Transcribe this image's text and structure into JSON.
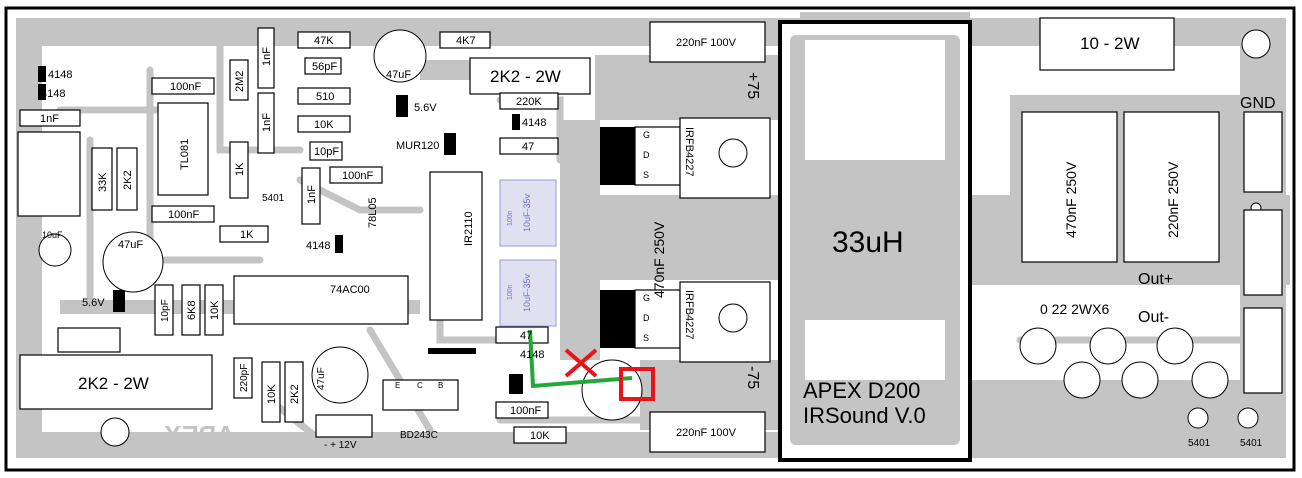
{
  "board": {
    "brand_mirrored": "APEX",
    "inductor": {
      "value": "33uH",
      "title_line1": "APEX D200",
      "title_line2": "IRSound V.0"
    }
  },
  "components": {
    "d_4148_a": "4148",
    "d_4148_b": "4148",
    "c_1nF_left": "1nF",
    "r_33K": "33K",
    "r_2K2_v": "2K2",
    "c_10uF": "10uF",
    "c_47uF_left": "47uF",
    "zener_5v6_left": "5.6V",
    "c_100nF_a": "100nF",
    "ic_TL081": "TL081",
    "c_100nF_b": "100nF",
    "r_2M2": "2M2",
    "c_1nF_b": "1nF",
    "c_1nF_c": "1nF",
    "r_1K_a": "1K",
    "q_5401_mid": "5401",
    "r_47K": "47K",
    "c_56pF": "56pF",
    "r_510": "510",
    "r_10K_a": "10K",
    "c_10pF_a": "10pF",
    "c_1nF_d": "1nF",
    "c_100nF_c": "100nF",
    "reg_78L05": "78L05",
    "r_1K_b": "1K",
    "d_4148_c": "4148",
    "c_47uF_top": "47uF",
    "r_4K7": "4K7",
    "r_2K2_2W_top": "2K2 - 2W",
    "zener_5v6_mid": "5.6V",
    "r_220K": "220K",
    "d_4148_d": "4148",
    "d_MUR120": "MUR120",
    "r_47_a": "47",
    "ic_IR2110": "IR2110",
    "c_10uF_35v_a": "10uF-35v",
    "c_10uF_35v_b": "10uF-35v",
    "c_100n_tiny_a": "100n",
    "c_100n_tiny_b": "100n",
    "ic_74AC00": "74AC00",
    "c_10pF_b": "10pF",
    "r_6K8": "6K8",
    "r_10K_b": "10K",
    "r_2K2_2W_bottom": "2K2 - 2W",
    "c_220pF": "220pF",
    "r_10K_c": "10K",
    "r_2K2_c": "2K2",
    "c_47uF_bottom": "47uF",
    "pin_E": "E",
    "pin_C": "C",
    "pin_B": "B",
    "q_BD243C": "BD243C",
    "supply_12v": "-  + 12V",
    "r_47_b": "47",
    "d_4148_e": "4148",
    "c_100nF_d": "100nF",
    "r_10K_d": "10K",
    "c_220nF_100V_top": "220nF 100V",
    "c_220nF_100V_bottom": "220nF 100V",
    "mosfet_top": "IRFB4227",
    "mosfet_bottom": "IRFB4227",
    "gate_G": "G",
    "gate_D": "D",
    "gate_S": "S",
    "rail_pos75": "+75",
    "rail_neg75": "-75",
    "c_470nF_250V_mid": "470nF 250V",
    "r_10_2W": "10 - 2W",
    "c_470nF_250V_right": "470nF 250V",
    "c_220nF_250V_right": "220nF 250V",
    "label_GND": "GND",
    "label_out_plus": "Out+",
    "label_out_minus": "Out-",
    "r_0R22_2W_x6": "0 22 2WX6",
    "q_5401_a": "5401",
    "q_5401_b": "5401"
  },
  "colors": {
    "copper": "#c4c4c4",
    "silkscreen": "#000000",
    "pad": "#ffffff",
    "marker_red": "#e8141a",
    "marker_green": "#22a83a",
    "cap_label": "#6f6fd8"
  }
}
